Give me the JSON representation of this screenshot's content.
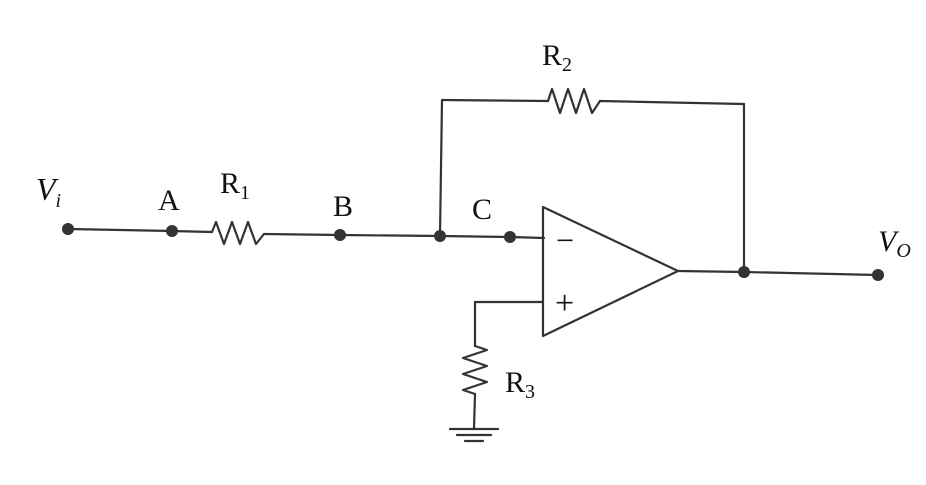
{
  "circuit": {
    "input_label": {
      "main": "V",
      "sub": "i"
    },
    "output_label": {
      "main": "V",
      "sub": "O"
    },
    "node_labels": {
      "a": "A",
      "b": "B",
      "c": "C"
    },
    "resistors": {
      "r1": {
        "main": "R",
        "sub": "1"
      },
      "r2": {
        "main": "R",
        "sub": "2"
      },
      "r3": {
        "main": "R",
        "sub": "3"
      }
    },
    "opamp": {
      "inverting_symbol": "−",
      "noninverting_symbol": "+"
    }
  },
  "colors": {
    "wire": "#333333",
    "text": "#111111",
    "background": "#ffffff"
  }
}
